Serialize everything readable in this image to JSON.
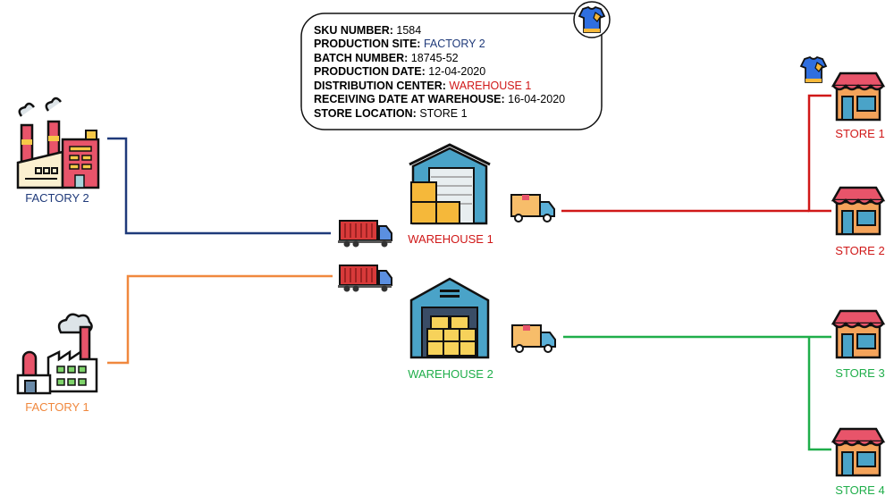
{
  "colors": {
    "factory2": "#1f3a7a",
    "factory1": "#f0883e",
    "warehouse1": "#d01818",
    "warehouse2": "#1fae4a"
  },
  "info": {
    "sku_label": "SKU NUMBER:",
    "sku_value": "1584",
    "site_label": "PRODUCTION SITE:",
    "site_value": "FACTORY 2",
    "batch_label": "BATCH NUMBER:",
    "batch_value": "18745-52",
    "pdate_label": "PRODUCTION DATE:",
    "pdate_value": "12-04-2020",
    "dc_label": "DISTRIBUTION CENTER:",
    "dc_value": "WAREHOUSE 1",
    "rdate_label": "RECEIVING DATE AT WAREHOUSE:",
    "rdate_value": "16-04-2020",
    "store_label": "STORE LOCATION:",
    "store_value": "STORE 1",
    "icon": "shirt-icon"
  },
  "nodes": {
    "factory2": "FACTORY 2",
    "factory1": "FACTORY 1",
    "warehouse1": "WAREHOUSE 1",
    "warehouse2": "WAREHOUSE 2",
    "store1": "STORE 1",
    "store2": "STORE 2",
    "store3": "STORE 3",
    "store4": "STORE 4"
  }
}
